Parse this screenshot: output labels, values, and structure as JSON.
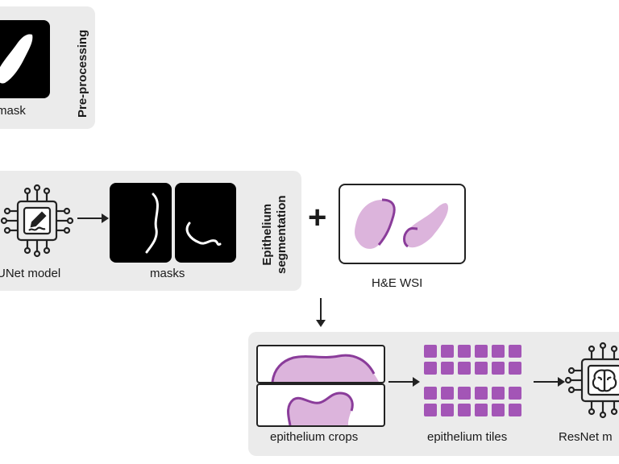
{
  "preprocessing": {
    "section_title": "Pre-processing",
    "mask_label": "mask"
  },
  "segmentation": {
    "section_title_line1": "Epithelium",
    "section_title_line2": "segmentation",
    "model_label": "UNet model",
    "masks_label": "masks"
  },
  "plus_symbol": "+",
  "wsi": {
    "label": "H&E WSI"
  },
  "classification": {
    "crops_label": "epithelium crops",
    "tiles_label": "epithelium tiles",
    "model_label": "ResNet m"
  },
  "colors": {
    "tissue_fill": "#dcb4dc",
    "tissue_border": "#8a3c9a",
    "tile": "#a355b6",
    "panel": "#ebebeb"
  },
  "tiles": {
    "rows": 2,
    "row_groups": 2,
    "columns": 6
  }
}
